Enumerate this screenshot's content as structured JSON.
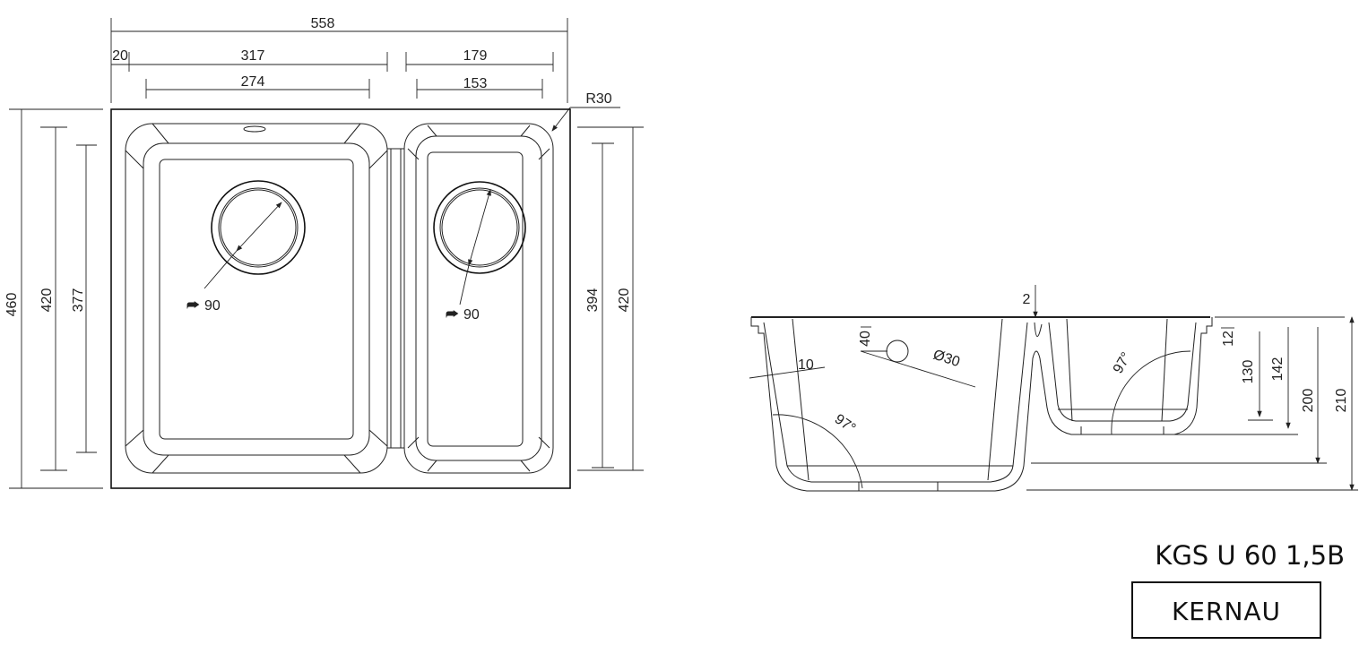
{
  "title": {
    "model": "KGS U 60 1,5B",
    "brand": "KERNAU"
  },
  "top_view": {
    "overall_width": "558",
    "edge_offset": "20",
    "large_bowl_width": "317",
    "large_bowl_inner_width": "274",
    "small_bowl_width": "179",
    "small_bowl_inner_width": "153",
    "corner_radius": "R30",
    "overall_depth": "460",
    "large_bowl_depth": "420",
    "large_bowl_inner_depth": "377",
    "small_bowl_inner_depth": "394",
    "small_bowl_depth": "420",
    "large_drain": "90",
    "small_drain": "90"
  },
  "side_view": {
    "rim_gap": "2",
    "overflow_height": "40",
    "overflow_diameter": "Ø30",
    "wall_thickness": "10",
    "large_bowl_angle": "97°",
    "small_bowl_angle": "97°",
    "rim_thickness": "12",
    "small_inner_depth": "130",
    "small_depth": "142",
    "large_inner_depth": "200",
    "total_depth": "210"
  }
}
